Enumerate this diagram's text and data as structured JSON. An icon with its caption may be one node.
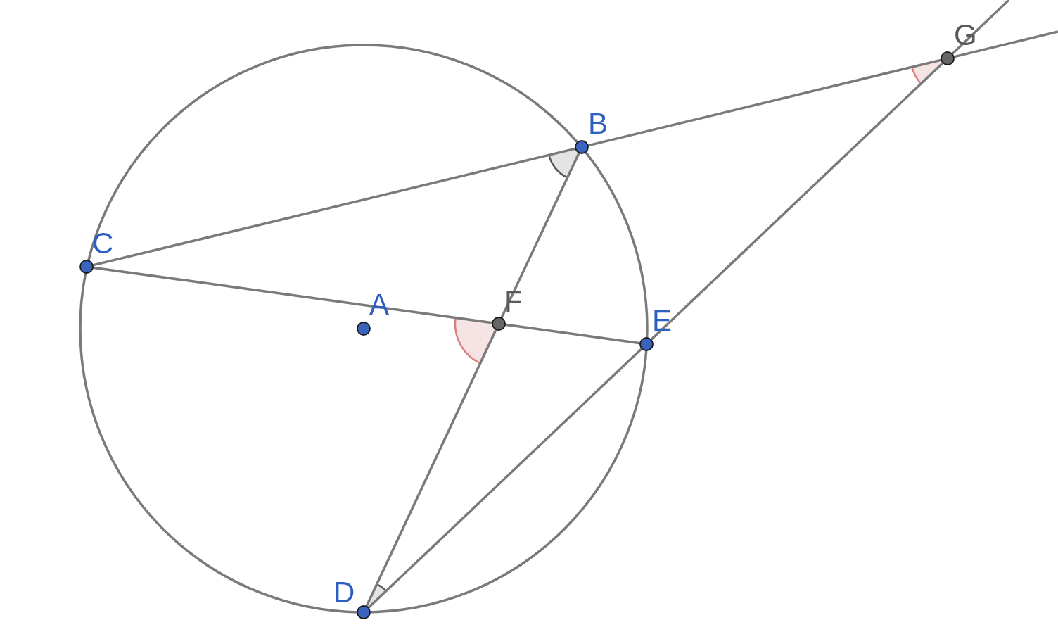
{
  "diagram": {
    "nodes": [
      {
        "text": [
          "A"
        ]
      },
      {
        "text": [
          "B"
        ]
      },
      {
        "text": [
          "C"
        ]
      },
      {
        "text": [
          "D"
        ]
      },
      {
        "text": [
          "E"
        ]
      },
      {
        "text": [
          "F"
        ]
      },
      {
        "text": [
          "G"
        ]
      }
    ],
    "edges": [
      {
        "from": 2,
        "to": 1,
        "arrow": "none"
      },
      {
        "from": 1,
        "to": 6,
        "arrow": "none"
      },
      {
        "from": 6,
        "to": null,
        "arrow": "none"
      },
      {
        "from": 2,
        "to": 5,
        "arrow": "none"
      },
      {
        "from": 5,
        "to": 4,
        "arrow": "none"
      },
      {
        "from": 1,
        "to": 5,
        "arrow": "none"
      },
      {
        "from": 5,
        "to": 3,
        "arrow": "none"
      },
      {
        "from": 3,
        "to": 4,
        "arrow": "none"
      },
      {
        "from": 4,
        "to": 6,
        "arrow": "none"
      },
      {
        "from": 6,
        "to": null,
        "arrow": "none"
      }
    ]
  }
}
